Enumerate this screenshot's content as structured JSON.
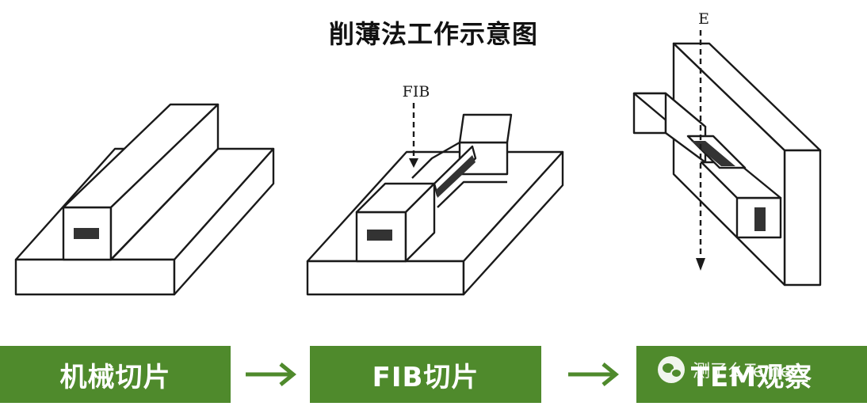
{
  "title": "削薄法工作示意图",
  "labels": {
    "fib": "FIB",
    "beam": "E"
  },
  "steps": [
    {
      "label": "机械切片"
    },
    {
      "label": "FIB切片"
    },
    {
      "label": "TEM观察"
    }
  ],
  "watermark": {
    "text": "测了么Teme"
  },
  "colors": {
    "step_green": "#4f8a2c",
    "line": "#1a1a1a",
    "specimen": "#333333"
  }
}
